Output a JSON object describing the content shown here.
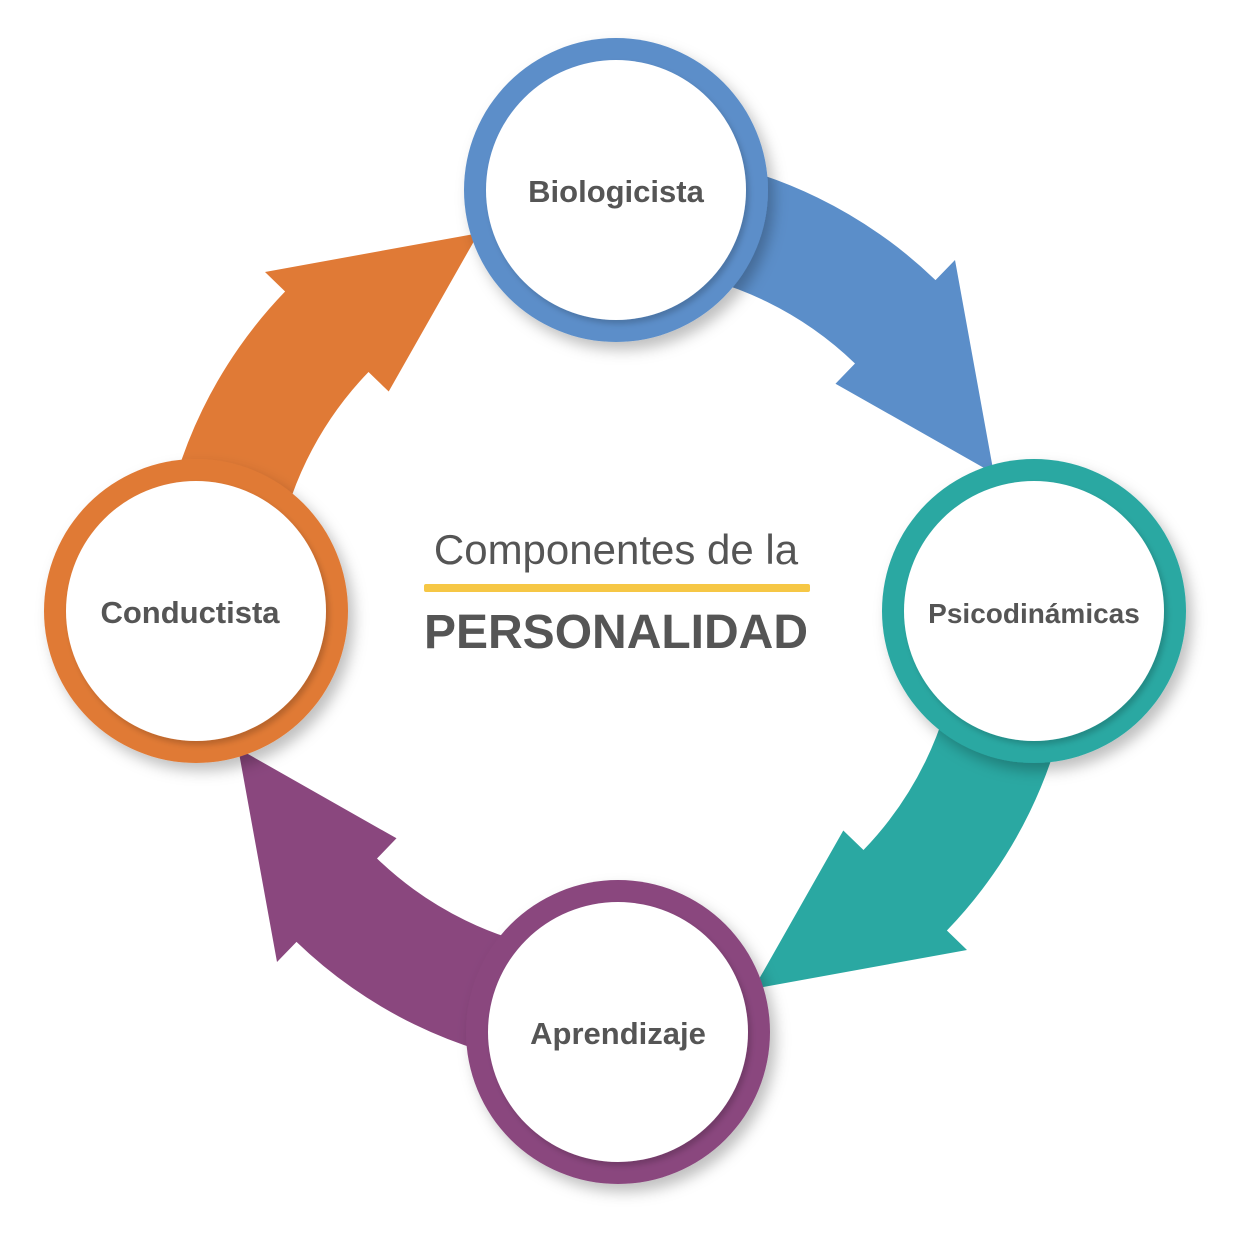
{
  "center": {
    "title": "Componentes de la",
    "subtitle": "PERSONALIDAD",
    "underline_color": "#f6c745"
  },
  "nodes": [
    {
      "label": "Biologicista",
      "color": "#5b8ec9"
    },
    {
      "label": "Psicodinámicas",
      "color": "#2aa8a2"
    },
    {
      "label": "Aprendizaje",
      "color": "#8a477e"
    },
    {
      "label": "Conductista",
      "color": "#e07a36"
    }
  ],
  "arrows": [
    {
      "from": "Biologicista",
      "to": "Psicodinámicas",
      "color": "#5b8ec9"
    },
    {
      "from": "Psicodinámicas",
      "to": "Aprendizaje",
      "color": "#2aa8a2"
    },
    {
      "from": "Aprendizaje",
      "to": "Conductista",
      "color": "#8a477e"
    },
    {
      "from": "Conductista",
      "to": "Biologicista",
      "color": "#e07a36"
    }
  ]
}
